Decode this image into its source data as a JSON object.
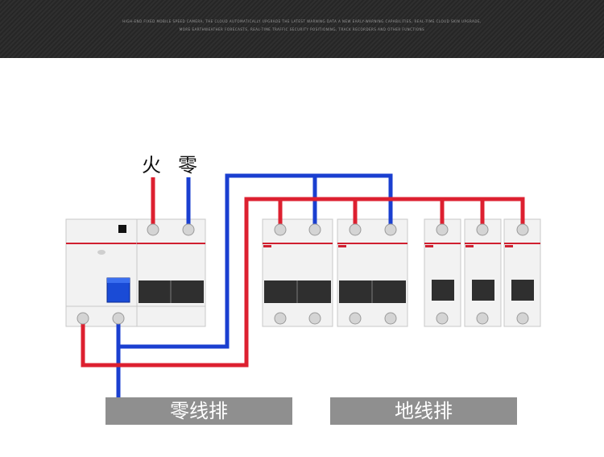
{
  "banner": {
    "line1": "HIGH-END FIXED MOBILE SPEED CAMERA, THE CLOUD AUTOMATICALLY UPGRADE THE LATEST WARNING DATA A NEW EARLY-WARNING CAPABILITIES, REAL-TIME CLOUD SKIN UPGRADE,",
    "line2": "MORE EARTHWEATHER FORECASTS, REAL-TIME TRAFFIC SECURITY POSITIONING, TRACK RECORDERS AND OTHER FUNCTIONS"
  },
  "terminals": {
    "live": "火",
    "neutral": "零"
  },
  "busbars": {
    "neutral": "零线排",
    "ground": "地线排"
  },
  "colors": {
    "live": "#dd2030",
    "neutral": "#1a3fd0",
    "busbar": "#8f8f8f",
    "breaker_body": "#f2f2f2",
    "breaker_handle": "#2f2f2f"
  }
}
